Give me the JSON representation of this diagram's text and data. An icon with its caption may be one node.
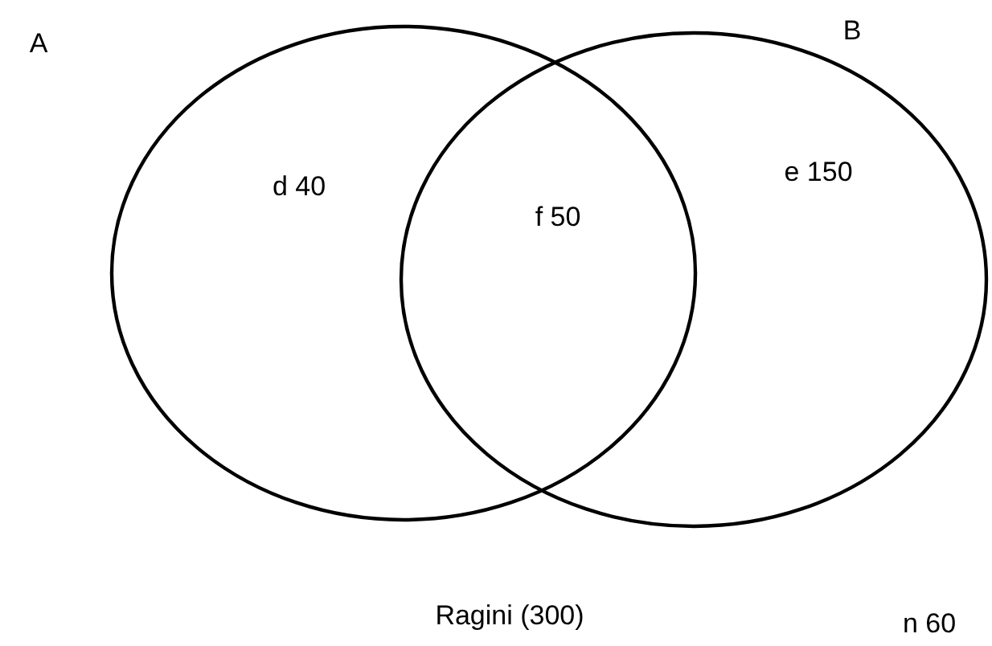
{
  "diagram": {
    "nodes": [
      {
        "text": [
          "A",
          "d 40"
        ]
      },
      {
        "text": [
          "B",
          "e 150"
        ]
      }
    ],
    "labels": [
      "f 50",
      "Ragini (300)",
      "n 60"
    ]
  }
}
